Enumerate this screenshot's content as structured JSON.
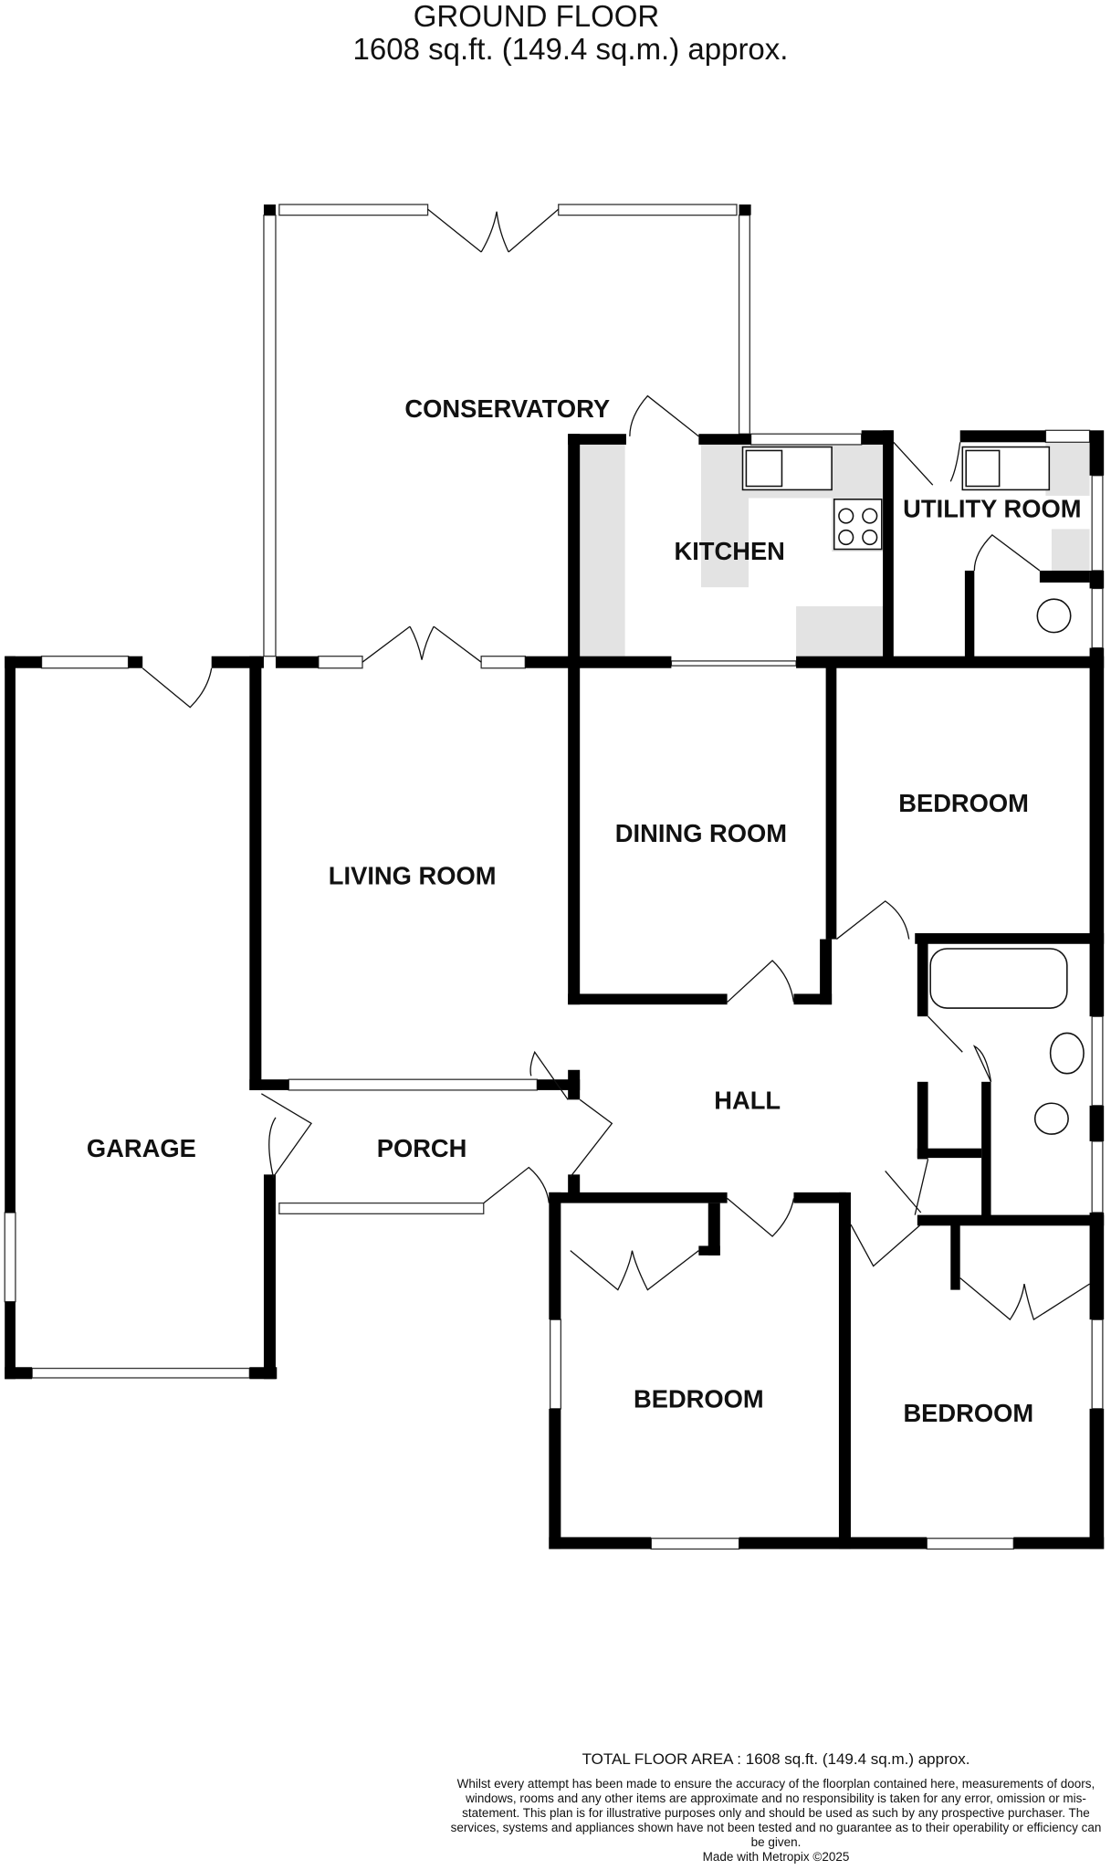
{
  "header": {
    "title": "GROUND FLOOR",
    "area": "1608 sq.ft. (149.4 sq.m.) approx."
  },
  "rooms": {
    "conservatory": "CONSERVATORY",
    "kitchen": "KITCHEN",
    "utility": "UTILITY ROOM",
    "garage": "GARAGE",
    "living": "LIVING ROOM",
    "dining": "DINING ROOM",
    "bedroom1": "BEDROOM",
    "hall": "HALL",
    "porch": "PORCH",
    "bedroom2": "BEDROOM",
    "bedroom3": "BEDROOM"
  },
  "footer": {
    "total": "TOTAL FLOOR AREA : 1608 sq.ft. (149.4 sq.m.) approx.",
    "disclaimer": "Whilst every attempt has been made to ensure the accuracy of the floorplan contained here, measurements of doors, windows, rooms and any other items are approximate and no responsibility is taken for any error, omission or mis-statement. This plan is for illustrative purposes only and should be used as such by any prospective purchaser. The services, systems and appliances shown have not been tested and no guarantee as to their operability or efficiency can be given.",
    "credit": "Made with Metropix ©2025"
  }
}
